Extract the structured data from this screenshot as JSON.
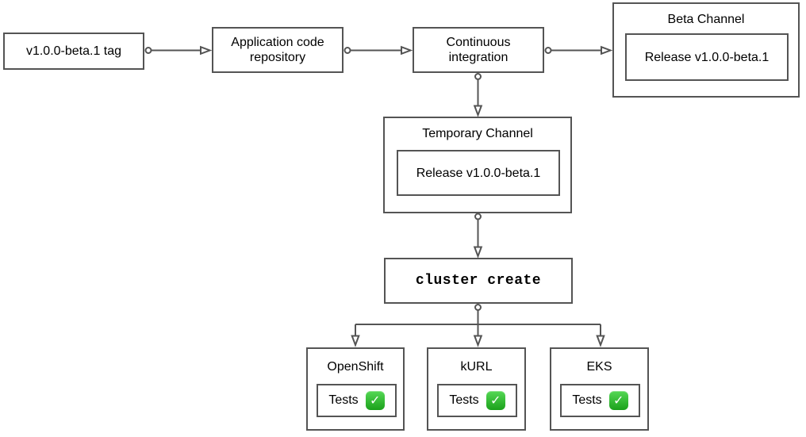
{
  "nodes": {
    "tag": {
      "label": "v1.0.0-beta.1 tag"
    },
    "repo": {
      "label": "Application code\nrepository"
    },
    "ci": {
      "label": "Continuous\nintegration"
    },
    "beta_channel": {
      "title": "Beta Channel",
      "release_label": "Release v1.0.0-beta.1"
    },
    "temporary_channel": {
      "title": "Temporary Channel",
      "release_label": "Release v1.0.0-beta.1"
    },
    "cluster_create": {
      "label": "cluster create"
    },
    "platforms": [
      {
        "title": "OpenShift",
        "tests_label": "Tests",
        "status_icon": "white-check-mark-emoji",
        "status_glyph": "✓"
      },
      {
        "title": "kURL",
        "tests_label": "Tests",
        "status_icon": "white-check-mark-emoji",
        "status_glyph": "✓"
      },
      {
        "title": "EKS",
        "tests_label": "Tests",
        "status_icon": "white-check-mark-emoji",
        "status_glyph": "✓"
      }
    ]
  },
  "colors": {
    "box_border": "#545454",
    "connector": "#545454",
    "text": "#000000",
    "background": "#ffffff",
    "check_green_light": "#55d855",
    "check_green_dark": "#1ba11b"
  }
}
